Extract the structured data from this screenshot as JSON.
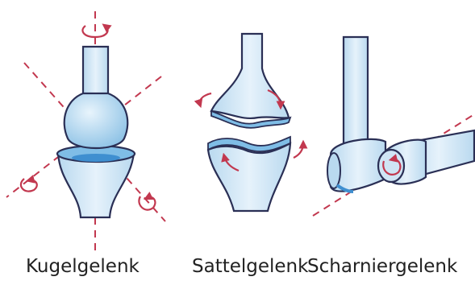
{
  "captions": {
    "ball": "Kugelgelenk",
    "saddle": "Sattelgelenk",
    "hinge": "Scharniergelenk"
  },
  "colors": {
    "bone_fill": "#d4e8f6",
    "bone_light": "#eaf4fb",
    "outline": "#2a2f55",
    "cartilage": "#5aa9e0",
    "axis": "#c2384f"
  },
  "icons": [
    "rotation-arrow-icon"
  ]
}
